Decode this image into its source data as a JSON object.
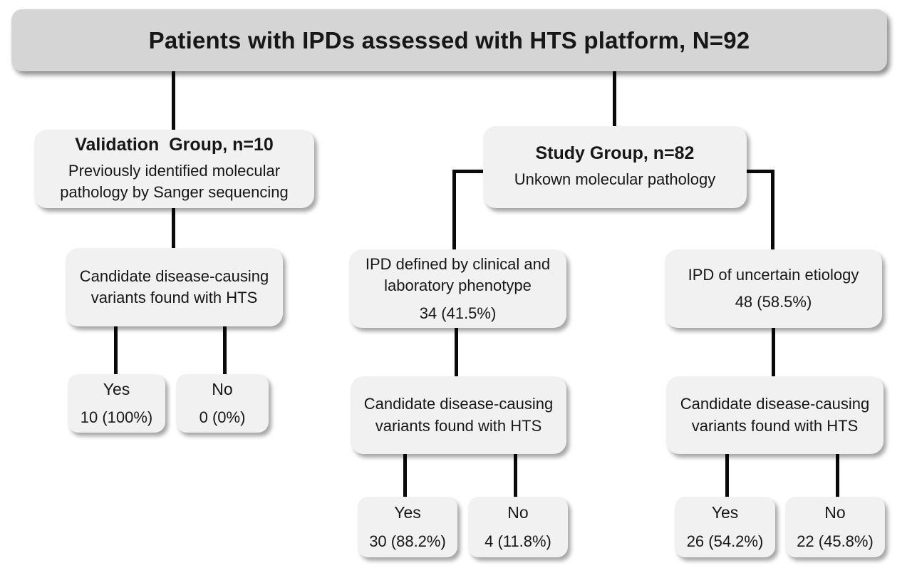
{
  "title": "Patients with IPDs assessed with HTS platform, N=92",
  "colors": {
    "title_fill": "#d5d5d5",
    "node_fill": "#f1f1f1",
    "line_color": "#0a0a0a",
    "text_color": "#171717"
  },
  "nodes": {
    "validation_group": {
      "heading": "Validation  Group, n=10",
      "body": "Previously identified molecular pathology by Sanger sequencing"
    },
    "study_group": {
      "heading": "Study Group, n=82",
      "body": "Unkown molecular pathology"
    },
    "candidate_validation": {
      "body": "Candidate disease-causing variants found with HTS"
    },
    "ipd_defined": {
      "body": "IPD defined by clinical and laboratory phenotype",
      "value": "34 (41.5%)"
    },
    "ipd_uncertain": {
      "body": "IPD of uncertain etiology",
      "value": "48 (58.5%)"
    },
    "candidate_defined": {
      "body": "Candidate disease-causing variants found with HTS"
    },
    "candidate_uncertain": {
      "body": "Candidate disease-causing variants found with HTS"
    },
    "yes_validation": {
      "label": "Yes",
      "value": "10 (100%)"
    },
    "no_validation": {
      "label": "No",
      "value": "0 (0%)"
    },
    "yes_defined": {
      "label": "Yes",
      "value": "30 (88.2%)"
    },
    "no_defined": {
      "label": "No",
      "value": "4 (11.8%)"
    },
    "yes_uncertain": {
      "label": "Yes",
      "value": "26 (54.2%)"
    },
    "no_uncertain": {
      "label": "No",
      "value": "22 (45.8%)"
    }
  }
}
